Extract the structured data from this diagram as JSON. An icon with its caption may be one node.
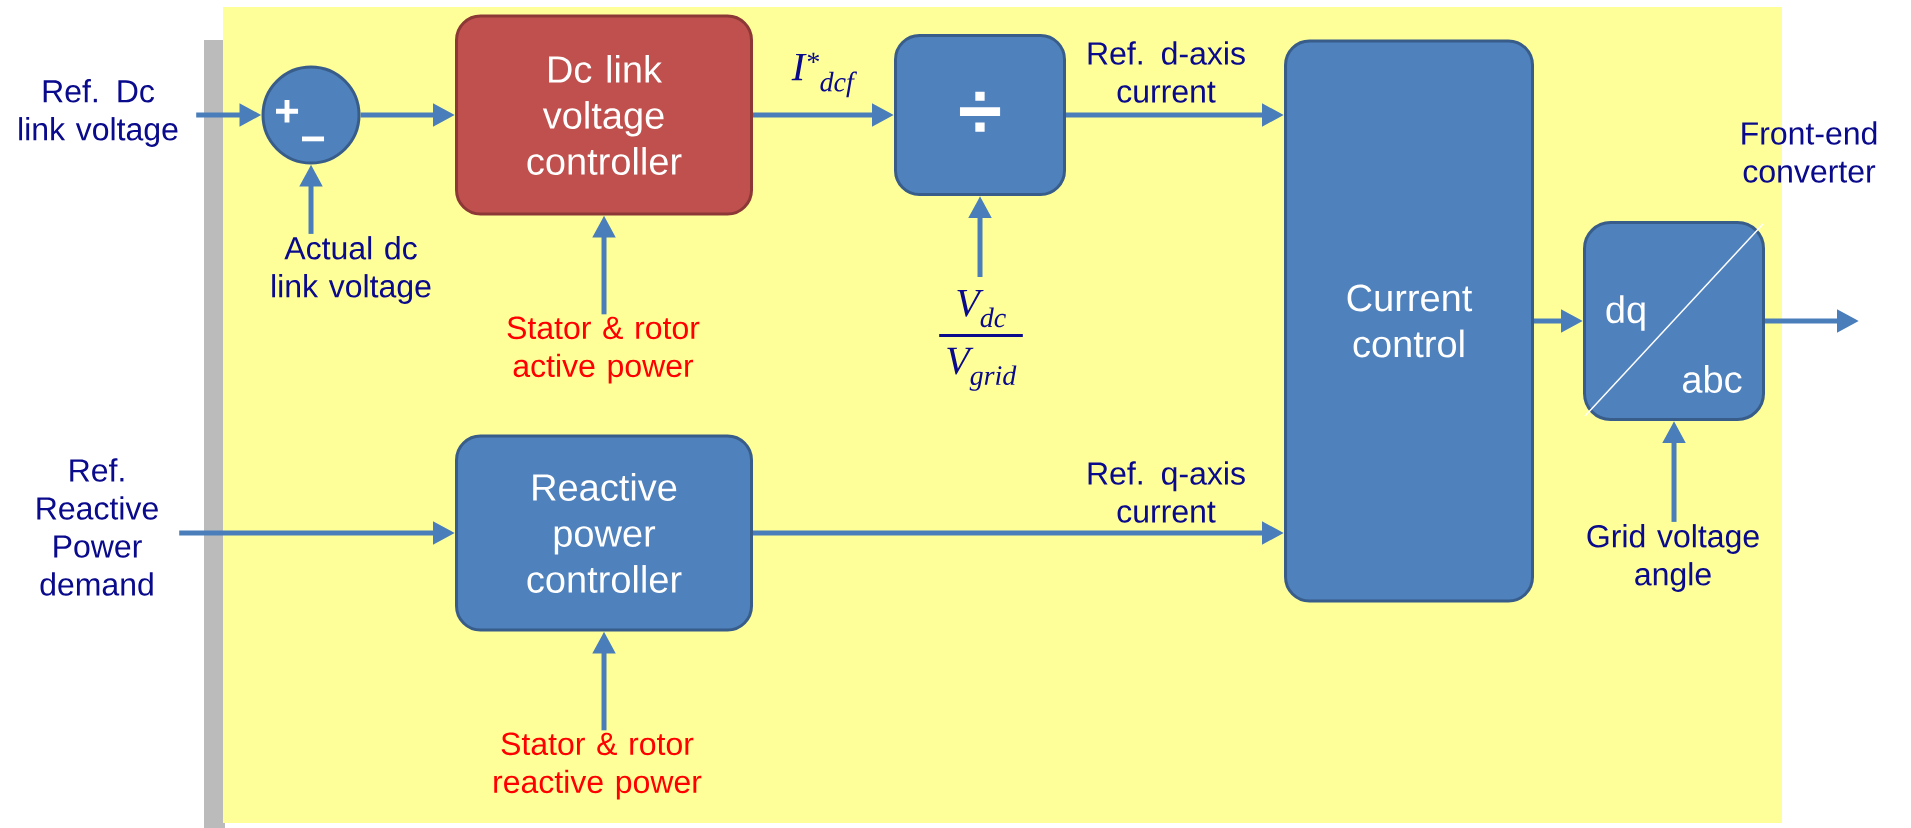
{
  "diagram": {
    "nodes": [
      {
        "text": [
          "Ref. Dc link voltage"
        ]
      },
      {
        "text": [
          "+",
          "−"
        ]
      },
      {
        "text": [
          "Dc link voltage controller"
        ]
      },
      {
        "text": [
          "÷"
        ]
      },
      {
        "text": [
          "Current control"
        ]
      },
      {
        "text": [
          "dq",
          "abc"
        ]
      },
      {
        "text": [
          "Actual dc link voltage"
        ]
      },
      {
        "text": [
          "Stator & rotor active power"
        ]
      },
      {
        "text": [
          "V$_{dc}$",
          "V$_{grid}$"
        ]
      },
      {
        "text": [
          "Ref. Reactive Power demand"
        ]
      },
      {
        "text": [
          "Reactive power controller"
        ]
      },
      {
        "text": [
          "Grid voltage angle"
        ]
      },
      {
        "text": [
          "Stator & rotor reactive power"
        ]
      }
    ],
    "edges": [
      {
        "from": 0,
        "to": 1,
        "arrow": "to"
      },
      {
        "from": 6,
        "to": 1,
        "arrow": "to"
      },
      {
        "from": 1,
        "to": 2,
        "arrow": "to"
      },
      {
        "from": 7,
        "to": 2,
        "arrow": "to"
      },
      {
        "from": 2,
        "to": 3,
        "arrow": "to",
        "label": "I$^{*}$$_{dcf}$"
      },
      {
        "from": 8,
        "to": 3,
        "arrow": "to"
      },
      {
        "from": 3,
        "to": 4,
        "arrow": "to",
        "label": "Ref. d-axis current"
      },
      {
        "from": 9,
        "to": 10,
        "arrow": "to"
      },
      {
        "from": 12,
        "to": 10,
        "arrow": "to"
      },
      {
        "from": 10,
        "to": 4,
        "arrow": "to",
        "label": "Ref. q-axis current"
      },
      {
        "from": 4,
        "to": 5,
        "arrow": "to"
      },
      {
        "from": 11,
        "to": 5,
        "arrow": "to"
      },
      {
        "from": 5,
        "to": null,
        "arrow": "to",
        "label": "Front-end converter"
      }
    ]
  }
}
